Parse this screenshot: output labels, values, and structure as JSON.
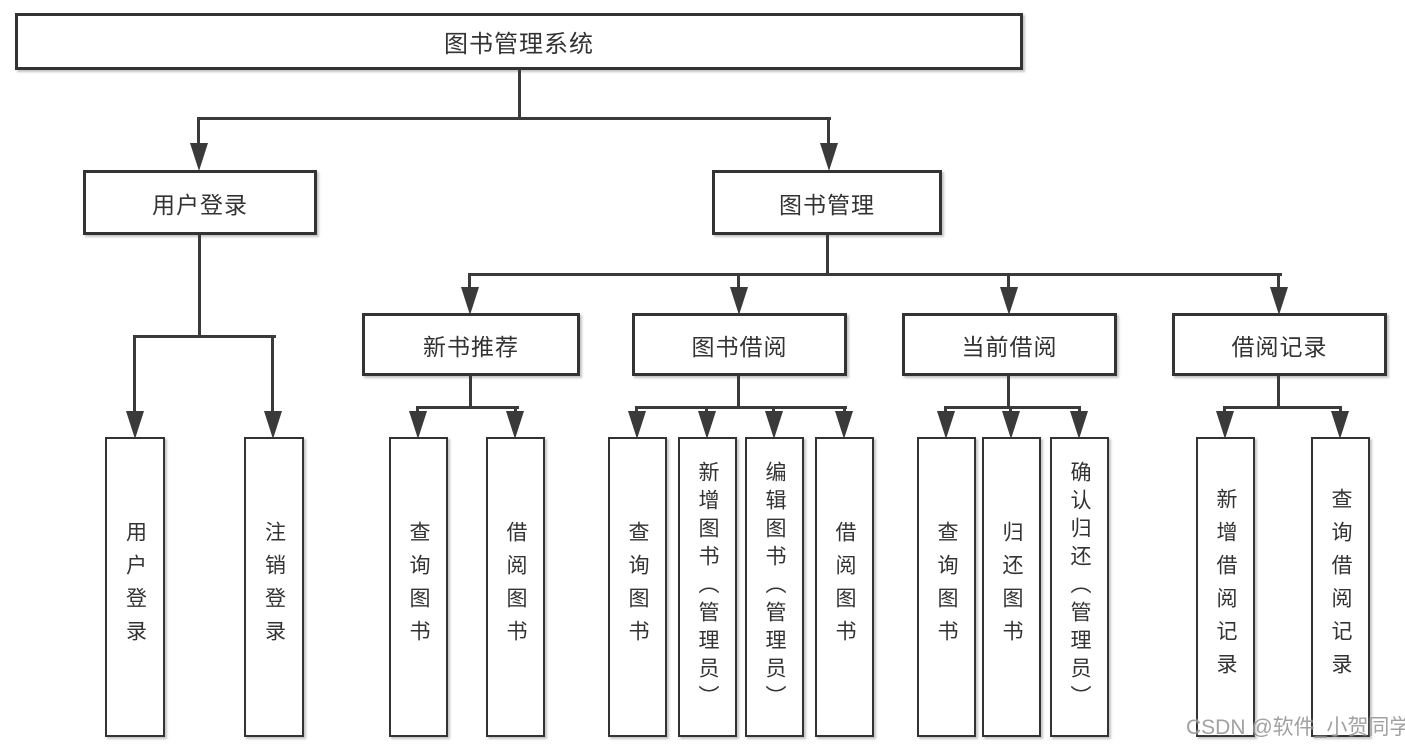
{
  "colors": {
    "background": "#ffffff",
    "box_border": "#333333",
    "connector_line": "#3a3a3a",
    "text": "#333333",
    "watermark_text": "#919191"
  },
  "tree": {
    "root": {
      "label": "图书管理系统"
    },
    "branches": [
      {
        "label": "用户登录",
        "children": [
          {
            "label": "用户登录"
          },
          {
            "label": "注销登录"
          }
        ]
      },
      {
        "label": "图书管理",
        "children": [
          {
            "label": "新书推荐",
            "children": [
              {
                "label": "查询图书"
              },
              {
                "label": "借阅图书"
              }
            ]
          },
          {
            "label": "图书借阅",
            "children": [
              {
                "label": "查询图书"
              },
              {
                "label": "新增图书（管理员）"
              },
              {
                "label": "编辑图书（管理员）"
              },
              {
                "label": "借阅图书"
              }
            ]
          },
          {
            "label": "当前借阅",
            "children": [
              {
                "label": "查询图书"
              },
              {
                "label": "归还图书"
              },
              {
                "label": "确认归还（管理员）"
              }
            ]
          },
          {
            "label": "借阅记录",
            "children": [
              {
                "label": "新增借阅记录"
              },
              {
                "label": "查询借阅记录"
              }
            ]
          }
        ]
      }
    ]
  },
  "watermark": {
    "text": "CSDN @软件_小贺同学"
  }
}
